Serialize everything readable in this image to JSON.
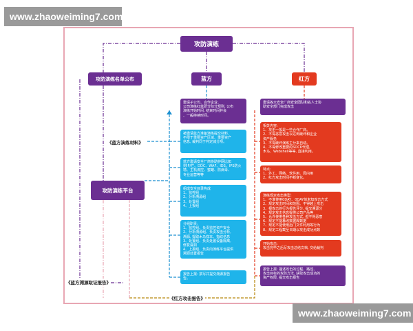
{
  "watermarks": {
    "top": "www.zhaoweiming7.com",
    "bottom": "www.zhaoweiming7.com"
  },
  "nodes": {
    "root": "攻防演练",
    "left_top": "攻防演练名单公布",
    "platform": "攻防演练平台",
    "blue": "蓝方",
    "red": "红方"
  },
  "labels": {
    "blue_materials": "《蓝方演练材料》",
    "blue_trace": "《蓝方溯源取证报告》",
    "red_report": "《红方攻击报告》"
  },
  "blue_boxes": [
    {
      "lines": [
        "邀请子公司、合作企业、",
        "公司演练红蓝研分际分规则, 公布",
        "演练开始时间, 结束时间并会",
        "、一般持续时间。"
      ]
    },
    {
      "lines": [
        "被邀请蓝方准备演练提交材料,",
        "不限于重要资产区域、重要资产",
        "信息, 裁判同于判定减分项。"
      ]
    },
    {
      "lines": [
        "蓝方邀请安全厂商协助护网比如",
        "封IP/拦、DDC、WAF、IDS、IPS防火",
        "墙、主机流控、蜜罐、防病毒、",
        "专业运营等等"
      ]
    },
    {
      "lines": [
        "组成安全目录构成",
        "1、监控组",
        "2、分析溯源组",
        "3、处置组",
        "4、上报组"
      ]
    },
    {
      "lines": [
        "分组职责:",
        "1、监控组、负责监控资产安全",
        "2、分析溯源组、负责攻击分析,",
        "溯源, 提取木马样本、指纹信息",
        "3、处置组、负责处置设备隔离,",
        "修复漏洞",
        "4、上报组、负责向演练平台提供",
        "溯源处置报告"
      ]
    },
    {
      "lines": [
        "报告上报: 撰写并提交溯源报告",
        "告。"
      ]
    }
  ],
  "red_boxes": [
    {
      "lines": [
        "邀请各大安全厂商安全团队和名人士协",
        "助安全部门完成攻击"
      ]
    },
    {
      "lines": [
        "相关内容:",
        "1、攻击一般是一些合作厂商。",
        "2、不得恶意攻击以达到破坏和企业",
        "资产服务",
        "3、不得破坏演练主分来自动。",
        "4、不得修改重要的SOCK代理,",
        "木马、Webshell等等, 直接利用。"
      ]
    },
    {
      "lines": [
        "特点:",
        "1、外工、网络、软件用、局内用",
        "2、红方攻击时间不断变化。"
      ]
    },
    {
      "lines": [
        "演练规定攻击类型:",
        "1、不准使用0DAY、0DAY前未知攻击方式",
        "2、规定攻击时间和范围、不得越上攻击",
        "3、报攻击的行为报告评分, 提交溯源分",
        "4、规定攻击信息提供公司产品等",
        "5、允许使用各种攻击方式, 但不得恶意",
        "6、规定不能篡改数据库数据",
        "7、规定不能使用后门文件利用等行为",
        "8、规定工程截至日期以攻击成功点数"
      ]
    },
    {
      "lines": [
        "开始攻击:",
        "攻击完毕之后写攻击总结文档, 交给裁判"
      ]
    },
    {
      "lines": [
        "报告上报: 描述攻击的过程、路径、",
        "攻击目标的攻防方法, 获取攻击成功的",
        "资产权限, 提交攻击报告"
      ]
    }
  ]
}
